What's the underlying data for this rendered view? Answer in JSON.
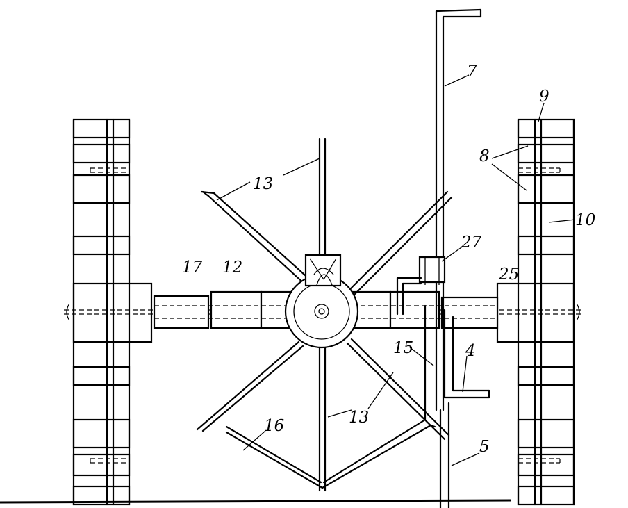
{
  "labels": {
    "l7": "7",
    "l9": "9",
    "l8": "8",
    "l10": "10",
    "l13a": "13",
    "l27": "27",
    "l17": "17",
    "l12": "12",
    "l25": "25",
    "l15": "15",
    "l4": "4",
    "l16": "16",
    "l13b": "13",
    "l5": "5"
  },
  "colors": {
    "ink": "#000000",
    "paper": "#ffffff"
  }
}
